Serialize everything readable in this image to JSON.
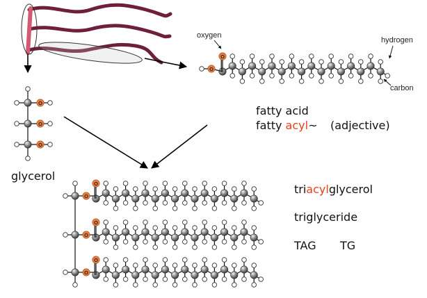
{
  "colors": {
    "wave": "#6e1f3e",
    "wave_highlight": "#d25a72",
    "oxygen": "#ec7f3e",
    "carbon": "#8a8a8a",
    "hydrogen": "#ffffff",
    "accent_text": "#e8401c"
  },
  "labels": {
    "oxygen": "oxygen",
    "hydrogen": "hydrogen",
    "carbon": "carbon",
    "fatty_acid": "fatty acid",
    "fatty_acyl_pre": "fatty ",
    "fatty_acyl_accent": "acyl",
    "fatty_acyl_post": "~",
    "adjective": "(adjective)",
    "glycerol": "glycerol",
    "tri_pre": "tri",
    "tri_accent": "acyl",
    "tri_post": "glycerol",
    "triglyceride": "triglyceride",
    "tag": "TAG",
    "tg": "TG",
    "oxygen_atom_symbol": "O"
  }
}
